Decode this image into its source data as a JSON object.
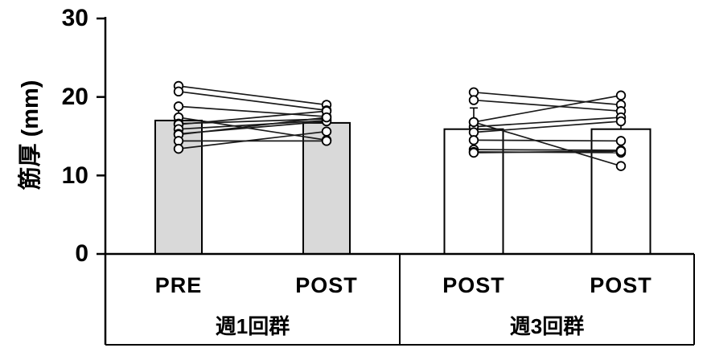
{
  "chart_data": {
    "type": "bar",
    "subtype": "paired-bars-with-individual-lines",
    "title": "",
    "xlabel": "",
    "ylabel": "筋厚 (mm)",
    "ylim": [
      0,
      30
    ],
    "yticks": [
      0,
      10,
      20,
      30
    ],
    "ytick_labels": [
      "30",
      "20",
      "10",
      "0"
    ],
    "grid": false,
    "legend": "none",
    "groups": [
      {
        "label": "週1回群",
        "conditions": [
          "PRE",
          "POST"
        ],
        "bar_fill": "#d9d9d9",
        "bar_means": [
          17.0,
          16.7
        ],
        "bar_sd_top": [
          18.8,
          19.0
        ],
        "pairs": [
          [
            21.4,
            19.0
          ],
          [
            20.7,
            18.3
          ],
          [
            18.8,
            17.5
          ],
          [
            17.4,
            14.5
          ],
          [
            16.6,
            17.2
          ],
          [
            16.5,
            18.2
          ],
          [
            15.9,
            17.0
          ],
          [
            15.3,
            16.9
          ],
          [
            15.2,
            17.4
          ],
          [
            14.4,
            14.4
          ],
          [
            13.4,
            15.6
          ]
        ]
      },
      {
        "label": "週3回群",
        "conditions": [
          "POST",
          "POST"
        ],
        "bar_fill": "#ffffff",
        "bar_means": [
          15.9,
          15.9
        ],
        "bar_sd_top": [
          18.6,
          18.2
        ],
        "pairs": [
          [
            20.6,
            19.0
          ],
          [
            19.6,
            18.2
          ],
          [
            16.8,
            20.2
          ],
          [
            16.2,
            17.4
          ],
          [
            15.5,
            16.9
          ],
          [
            16.8,
            11.2
          ],
          [
            14.5,
            14.4
          ],
          [
            13.3,
            13.2
          ],
          [
            13.0,
            12.9
          ],
          [
            12.9,
            13.1
          ]
        ]
      }
    ],
    "colors": {
      "axis": "#000000",
      "bar_border": "#000000",
      "bar_fill_group1": "#d9d9d9",
      "bar_fill_group2": "#ffffff",
      "pair_line": "#1a1a1a",
      "marker_fill": "#ffffff",
      "marker_border": "#000000"
    }
  }
}
